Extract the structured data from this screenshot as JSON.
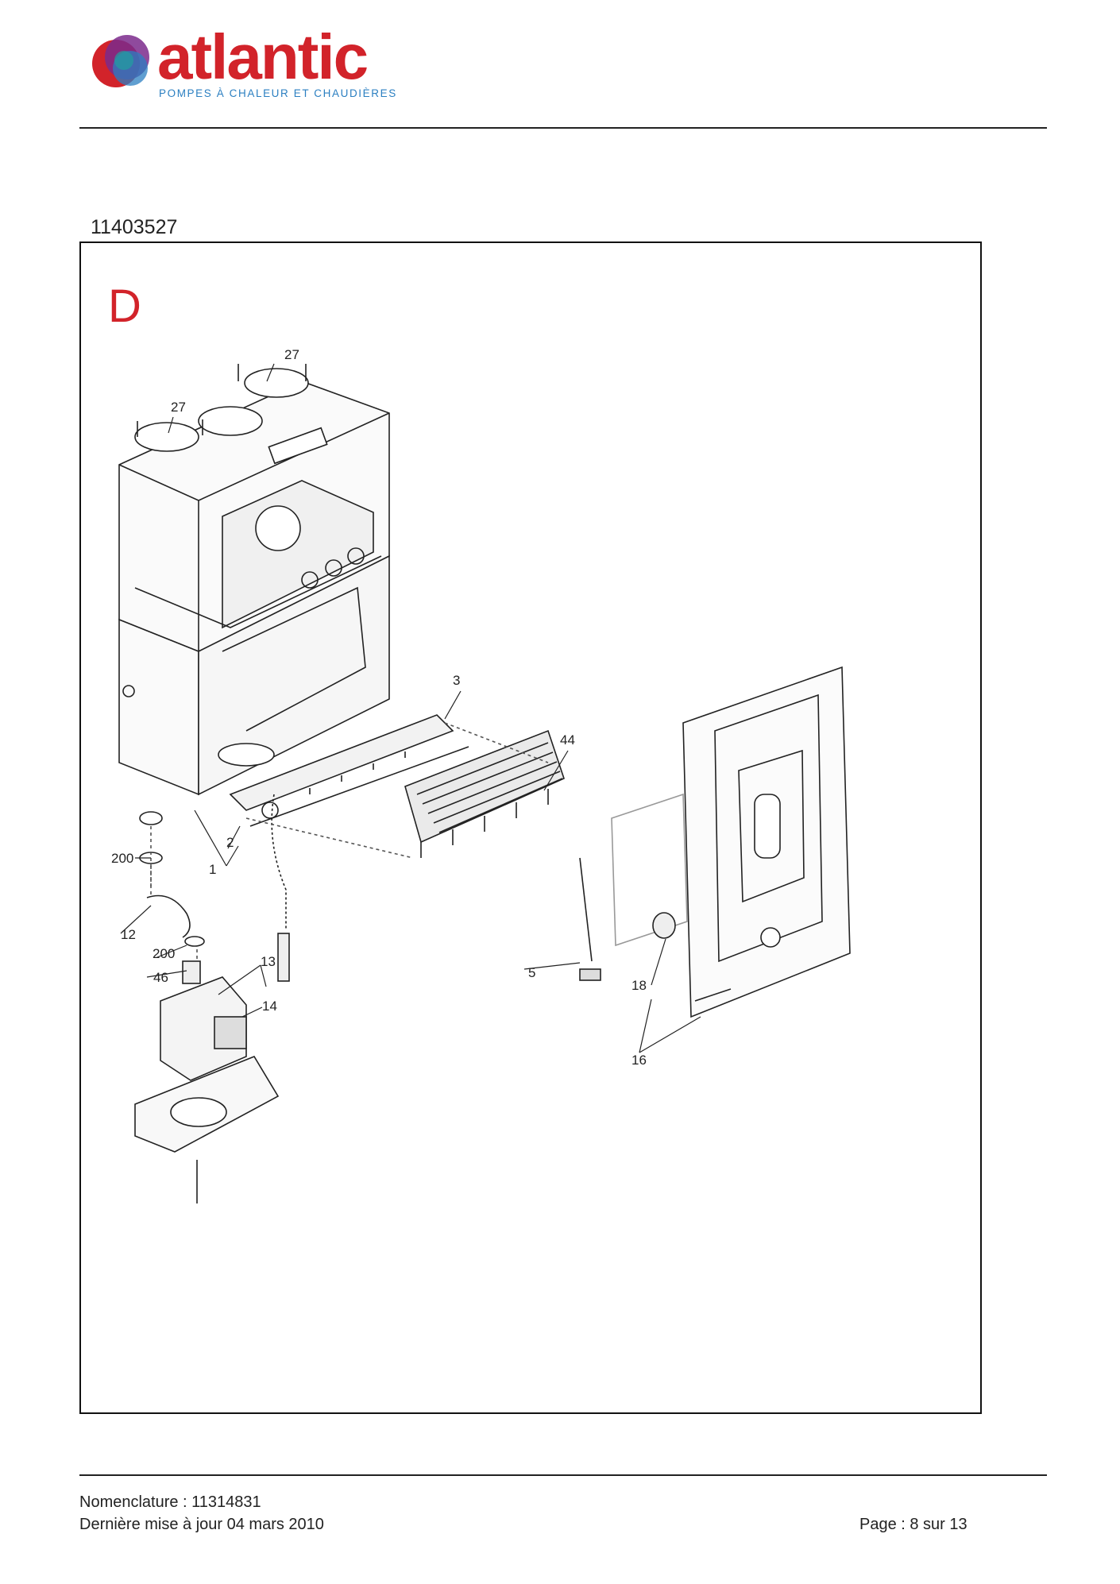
{
  "brand": {
    "name": "atlantic",
    "tagline": "POMPES À CHALEUR ET CHAUDIÈRES",
    "colors": {
      "red": "#d2232a",
      "purple": "#7b2a8c",
      "blue": "#2b7fc1",
      "teal": "#21a0a0"
    }
  },
  "document": {
    "reference": "11403527",
    "section_letter": "D"
  },
  "diagram": {
    "callouts": [
      {
        "id": "c27a",
        "label": "27"
      },
      {
        "id": "c27b",
        "label": "27"
      },
      {
        "id": "c3",
        "label": "3"
      },
      {
        "id": "c44",
        "label": "44"
      },
      {
        "id": "c2",
        "label": "2"
      },
      {
        "id": "c1",
        "label": "1"
      },
      {
        "id": "c200a",
        "label": "200"
      },
      {
        "id": "c12",
        "label": "12"
      },
      {
        "id": "c200b",
        "label": "200"
      },
      {
        "id": "c46",
        "label": "46"
      },
      {
        "id": "c13",
        "label": "13"
      },
      {
        "id": "c14",
        "label": "14"
      },
      {
        "id": "c5",
        "label": "5"
      },
      {
        "id": "c18",
        "label": "18"
      },
      {
        "id": "c16",
        "label": "16"
      }
    ]
  },
  "footer": {
    "nomenclature": "Nomenclature : 11314831",
    "last_update": "Dernière mise à jour 04 mars 2010",
    "page": "Page : 8 sur 13"
  }
}
